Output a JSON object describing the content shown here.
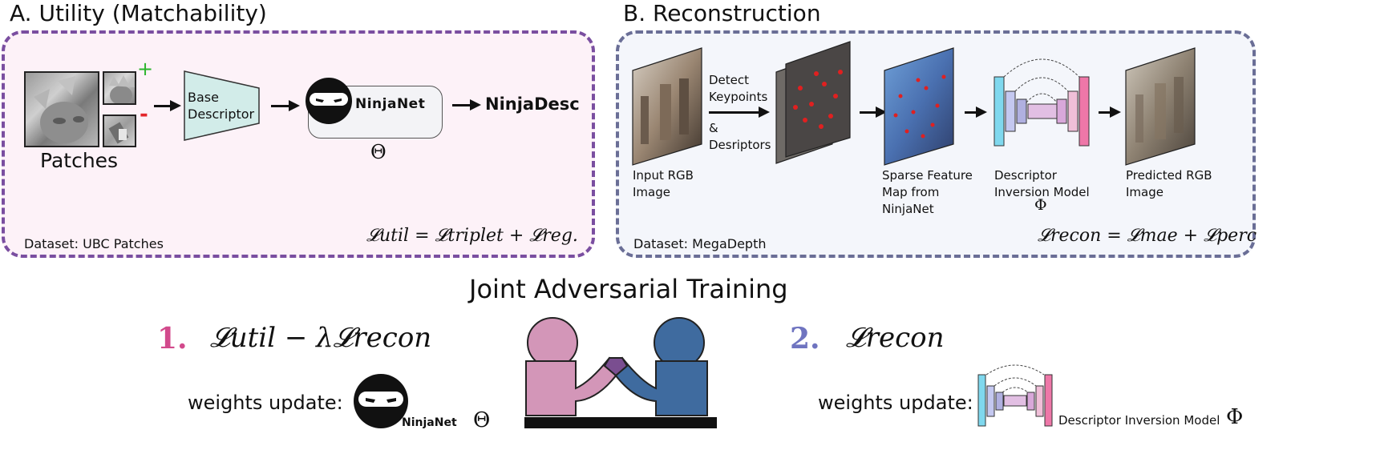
{
  "panel_a": {
    "title": "A. Utility (Matchability)",
    "patches_label": "Patches",
    "plus": "+",
    "minus": "-",
    "base_descriptor": "Base\nDescriptor",
    "ninjanet": "NinjaNet",
    "theta": "Θ",
    "ninjadesc": "NinjaDesc",
    "dataset": "Dataset: UBC Patches",
    "loss": "𝓛util = 𝓛triplet + 𝓛reg.",
    "border_color": "#7a4ea0",
    "fill_color": "#fdf2f8"
  },
  "panel_b": {
    "title": "B. Reconstruction",
    "detect": "Detect\nKeypoints",
    "desriptors": "&\nDesriptors",
    "input_label": "Input RGB\nImage",
    "sparse_label": "Sparse Feature\nMap from\nNinjaNet",
    "inversion_label": "Descriptor\nInversion Model",
    "phi": "Φ",
    "predicted_label": "Predicted RGB\nImage",
    "dataset": "Dataset: MegaDepth",
    "loss": "𝓛recon = 𝓛mae + 𝓛perc",
    "border_color": "#6a6e96",
    "fill_color": "#f4f6fb"
  },
  "bottom": {
    "title": "Joint Adversarial Training",
    "step1_num": "1.",
    "step1_formula": "𝓛util − λ𝓛recon",
    "step1_weights": "weights update:",
    "step1_ninjanet": "NinjaNet",
    "step1_theta": "Θ",
    "step2_num": "2.",
    "step2_formula": "𝓛recon",
    "step2_weights": "weights update:",
    "step2_model": "Descriptor Inversion Model",
    "step2_phi": "Φ",
    "pink": "#d396b8",
    "blue": "#3f6b9f",
    "num1_color": "#d24a8c",
    "num2_color": "#6f74c0"
  }
}
